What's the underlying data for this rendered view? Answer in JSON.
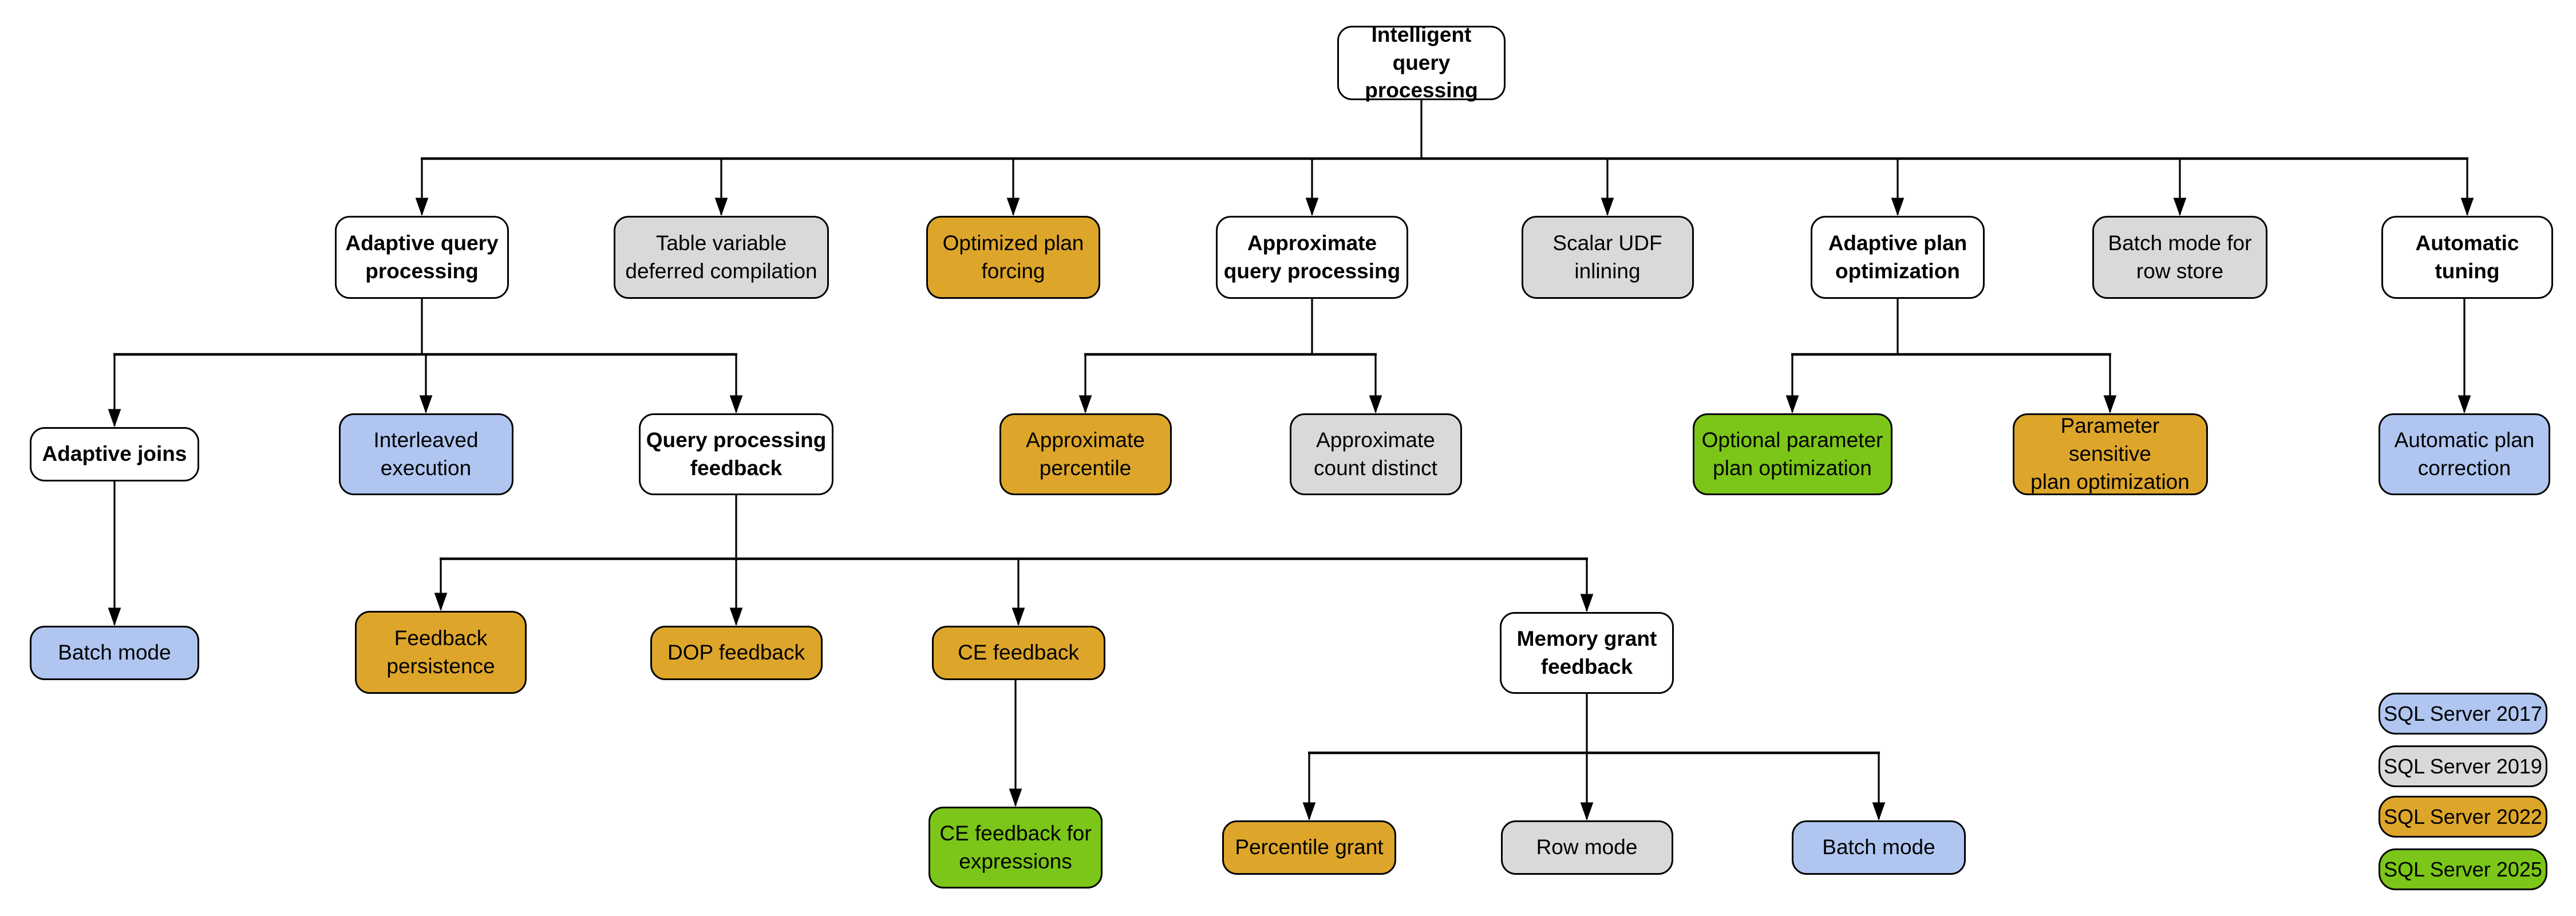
{
  "categories": {
    "plain": {
      "name": "",
      "color": "#ffffff"
    },
    "v2017": {
      "name": "SQL Server 2017",
      "color": "#b0c6f1"
    },
    "v2019": {
      "name": "SQL Server 2019",
      "color": "#d9d9d9"
    },
    "v2022": {
      "name": "SQL Server 2022",
      "color": "#dda62b"
    },
    "v2025": {
      "name": "SQL Server 2025",
      "color": "#7bc618"
    }
  },
  "nodes": [
    {
      "id": "root",
      "label": "Intelligent query\nprocessing",
      "category": "plain"
    },
    {
      "id": "aqp",
      "label": "Adaptive query\nprocessing",
      "category": "plain"
    },
    {
      "id": "tvdc",
      "label": "Table variable\ndeferred compilation",
      "category": "v2019"
    },
    {
      "id": "opf",
      "label": "Optimized plan\nforcing",
      "category": "v2022"
    },
    {
      "id": "axqp",
      "label": "Approximate\nquery processing",
      "category": "plain"
    },
    {
      "id": "sudf",
      "label": "Scalar UDF\ninlining",
      "category": "v2019"
    },
    {
      "id": "apo",
      "label": "Adaptive plan\noptimization",
      "category": "plain"
    },
    {
      "id": "bmrs",
      "label": "Batch mode for\nrow store",
      "category": "v2019"
    },
    {
      "id": "at",
      "label": "Automatic\ntuning",
      "category": "plain"
    },
    {
      "id": "aj",
      "label": "Adaptive joins",
      "category": "plain"
    },
    {
      "id": "ie",
      "label": "Interleaved\nexecution",
      "category": "v2017"
    },
    {
      "id": "qpf",
      "label": "Query processing\nfeedback",
      "category": "plain"
    },
    {
      "id": "axp",
      "label": "Approximate\npercentile",
      "category": "v2022"
    },
    {
      "id": "acd",
      "label": "Approximate\ncount distinct",
      "category": "v2019"
    },
    {
      "id": "oppo",
      "label": "Optional parameter\nplan optimization",
      "category": "v2025"
    },
    {
      "id": "pspo",
      "label": "Parameter sensitive\nplan optimization",
      "category": "v2022"
    },
    {
      "id": "apc",
      "label": "Automatic plan\ncorrection",
      "category": "v2017"
    },
    {
      "id": "bm1",
      "label": "Batch mode",
      "category": "v2017"
    },
    {
      "id": "fp",
      "label": "Feedback\npersistence",
      "category": "v2022"
    },
    {
      "id": "dop",
      "label": "DOP feedback",
      "category": "v2022"
    },
    {
      "id": "ce",
      "label": "CE feedback",
      "category": "v2022"
    },
    {
      "id": "mgf",
      "label": "Memory grant\nfeedback",
      "category": "plain"
    },
    {
      "id": "cefx",
      "label": "CE feedback for\nexpressions",
      "category": "v2025"
    },
    {
      "id": "pg",
      "label": "Percentile grant",
      "category": "v2022"
    },
    {
      "id": "rm",
      "label": "Row mode",
      "category": "v2019"
    },
    {
      "id": "bm2",
      "label": "Batch mode",
      "category": "v2017"
    }
  ],
  "edges": [
    {
      "from": "root",
      "to": "aqp"
    },
    {
      "from": "root",
      "to": "tvdc"
    },
    {
      "from": "root",
      "to": "opf"
    },
    {
      "from": "root",
      "to": "axqp"
    },
    {
      "from": "root",
      "to": "sudf"
    },
    {
      "from": "root",
      "to": "apo"
    },
    {
      "from": "root",
      "to": "bmrs"
    },
    {
      "from": "root",
      "to": "at"
    },
    {
      "from": "aqp",
      "to": "aj"
    },
    {
      "from": "aqp",
      "to": "ie"
    },
    {
      "from": "aqp",
      "to": "qpf"
    },
    {
      "from": "axqp",
      "to": "axp"
    },
    {
      "from": "axqp",
      "to": "acd"
    },
    {
      "from": "apo",
      "to": "oppo"
    },
    {
      "from": "apo",
      "to": "pspo"
    },
    {
      "from": "at",
      "to": "apc"
    },
    {
      "from": "aj",
      "to": "bm1"
    },
    {
      "from": "qpf",
      "to": "fp"
    },
    {
      "from": "qpf",
      "to": "dop"
    },
    {
      "from": "qpf",
      "to": "ce"
    },
    {
      "from": "qpf",
      "to": "mgf"
    },
    {
      "from": "ce",
      "to": "cefx"
    },
    {
      "from": "mgf",
      "to": "pg"
    },
    {
      "from": "mgf",
      "to": "rm"
    },
    {
      "from": "mgf",
      "to": "bm2"
    }
  ],
  "legend": {
    "items": [
      {
        "label": "SQL Server 2017",
        "category": "v2017"
      },
      {
        "label": "SQL Server 2019",
        "category": "v2019"
      },
      {
        "label": "SQL Server 2022",
        "category": "v2022"
      },
      {
        "label": "SQL Server 2025",
        "category": "v2025"
      }
    ]
  }
}
